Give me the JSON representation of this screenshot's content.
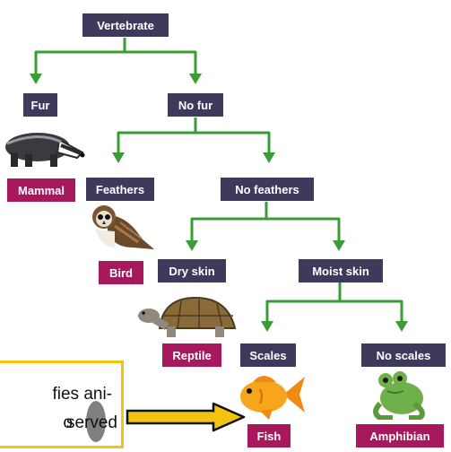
{
  "diagram": {
    "root": "Vertebrate",
    "level1": {
      "fur": "Fur",
      "no_fur": "No fur"
    },
    "level2": {
      "feathers": "Feathers",
      "no_feathers": "No feathers"
    },
    "level3": {
      "dry_skin": "Dry skin",
      "moist_skin": "Moist skin"
    },
    "level4": {
      "scales": "Scales",
      "no_scales": "No scales"
    },
    "classes": {
      "mammal": "Mammal",
      "bird": "Bird",
      "reptile": "Reptile",
      "fish": "Fish",
      "amphibian": "Amphibian"
    },
    "animals": [
      "badger-icon",
      "owl-icon",
      "tortoise-icon",
      "goldfish-icon",
      "frog-icon"
    ]
  },
  "colors": {
    "question_box": "#3d3a5c",
    "class_box": "#a8185c",
    "branch_line": "#3a9c35",
    "callout_border": "#f2c40f",
    "arrow": "#f2c40f"
  },
  "callout": {
    "line1": "fies ani-",
    "line2_part1": "o",
    "line2_part2": "served"
  }
}
